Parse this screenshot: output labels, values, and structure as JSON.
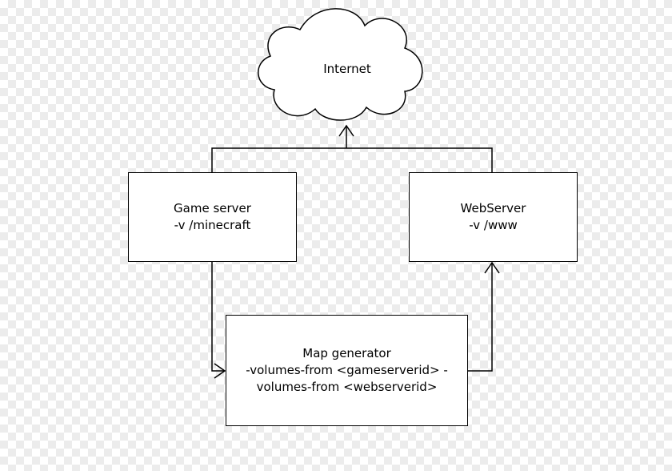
{
  "diagram": {
    "cloud": {
      "label": "Internet"
    },
    "game_server": {
      "title": "Game server",
      "command": "-v /minecraft"
    },
    "web_server": {
      "title": "WebServer",
      "command": "-v /www"
    },
    "map_generator": {
      "title": "Map generator",
      "command_line1": "-volumes-from <gameserverid> -",
      "command_line2": "volumes-from <webserverid>"
    }
  }
}
